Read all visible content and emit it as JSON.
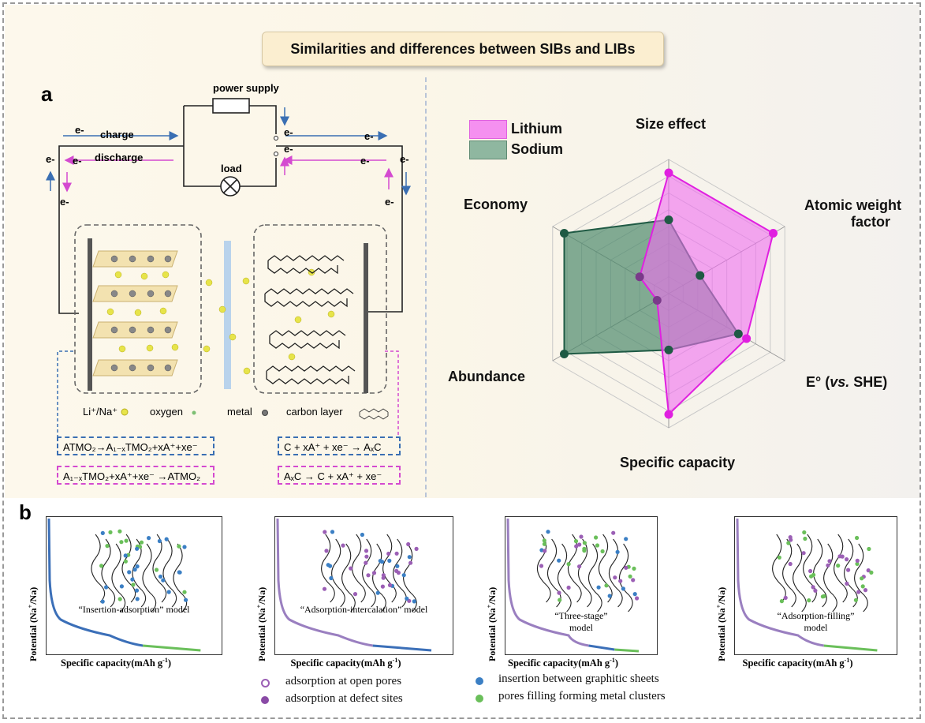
{
  "title": "Similarities and differences between SIBs and LIBs",
  "panel_a": {
    "letter": "a",
    "power_supply": "power supply",
    "load": "load",
    "charge": "charge",
    "discharge": "discharge",
    "electron": "e-",
    "legend": {
      "ion": "Li⁺/Na⁺",
      "oxygen": "oxygen",
      "metal": "metal",
      "carbon": "carbon layer"
    },
    "equations": {
      "cathode_charge": "ATMO₂→A₁₋ₓTMO₂+xA⁺+xe⁻",
      "cathode_discharge": "A₁₋ₓTMO₂+xA⁺+xe⁻ →ATMO₂",
      "anode_charge": "C + xA⁺ + xe⁻ → AₓC",
      "anode_discharge": "AₓC → C + xA⁺ + xe⁻"
    }
  },
  "radar": {
    "legend": [
      {
        "name": "Lithium",
        "color": "#f07ef0"
      },
      {
        "name": "Sodium",
        "color": "#8fb7a0"
      }
    ],
    "axes": [
      "Size effect",
      "Atomic weight factor",
      "E° (vs. SHE)",
      "Specific capacity",
      "Abundance",
      "Economy"
    ],
    "axis_lines": {
      "atomic_1": "Atomic weight",
      "atomic_2": "factor",
      "e0": "E° (",
      "vs": "vs.",
      "she": " SHE)"
    },
    "lithium": [
      0.9,
      0.9,
      0.67,
      0.9,
      0.1,
      0.25
    ],
    "sodium": [
      0.55,
      0.27,
      0.6,
      0.42,
      0.9,
      0.9
    ],
    "colors": {
      "lithium_fill": "#f070f0",
      "lithium_line": "#e020e0",
      "sodium_fill": "#4e8a6c",
      "sodium_line": "#1f5a44",
      "overlap": "#7a3a8a"
    }
  },
  "panel_b": {
    "letter": "b",
    "ylabel_main": "Potential (Na",
    "ylabel_sup": "+",
    "ylabel_tail": "/Na)",
    "xlabel": "Specific capacity(mAh g",
    "xlabel_sup": "-1",
    "xlabel_tail": ")",
    "models": [
      {
        "line1": "“Insertion-adsorption” model",
        "line2": ""
      },
      {
        "line1": "“Adsorption-intercalation” model",
        "line2": ""
      },
      {
        "line1": "“Three-stage”",
        "line2": "model"
      },
      {
        "line1": "“Adsorption-filling”",
        "line2": "model"
      }
    ],
    "legend": [
      {
        "text": "adsorption at open pores",
        "color": "#9b5fb5"
      },
      {
        "text": "adsorption at defect sites",
        "color": "#8a4aa6"
      },
      {
        "text": "insertion between graphitic sheets",
        "color": "#3b7fc4"
      },
      {
        "text": "pores filling forming metal clusters",
        "color": "#6abf5a"
      }
    ]
  }
}
